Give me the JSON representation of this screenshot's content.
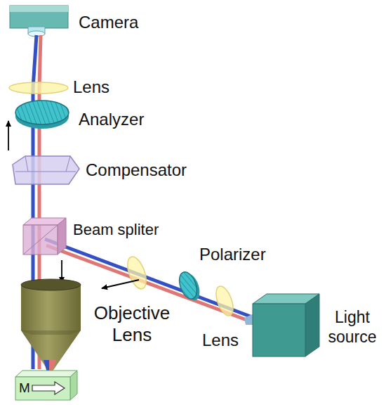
{
  "diagram": {
    "labels": [
      "Camera",
      "Lens",
      "Analyzer",
      "Compensator",
      "Beam spliter",
      "Polarizer",
      "Objective Lens",
      "Lens",
      "Light source",
      "M"
    ]
  }
}
